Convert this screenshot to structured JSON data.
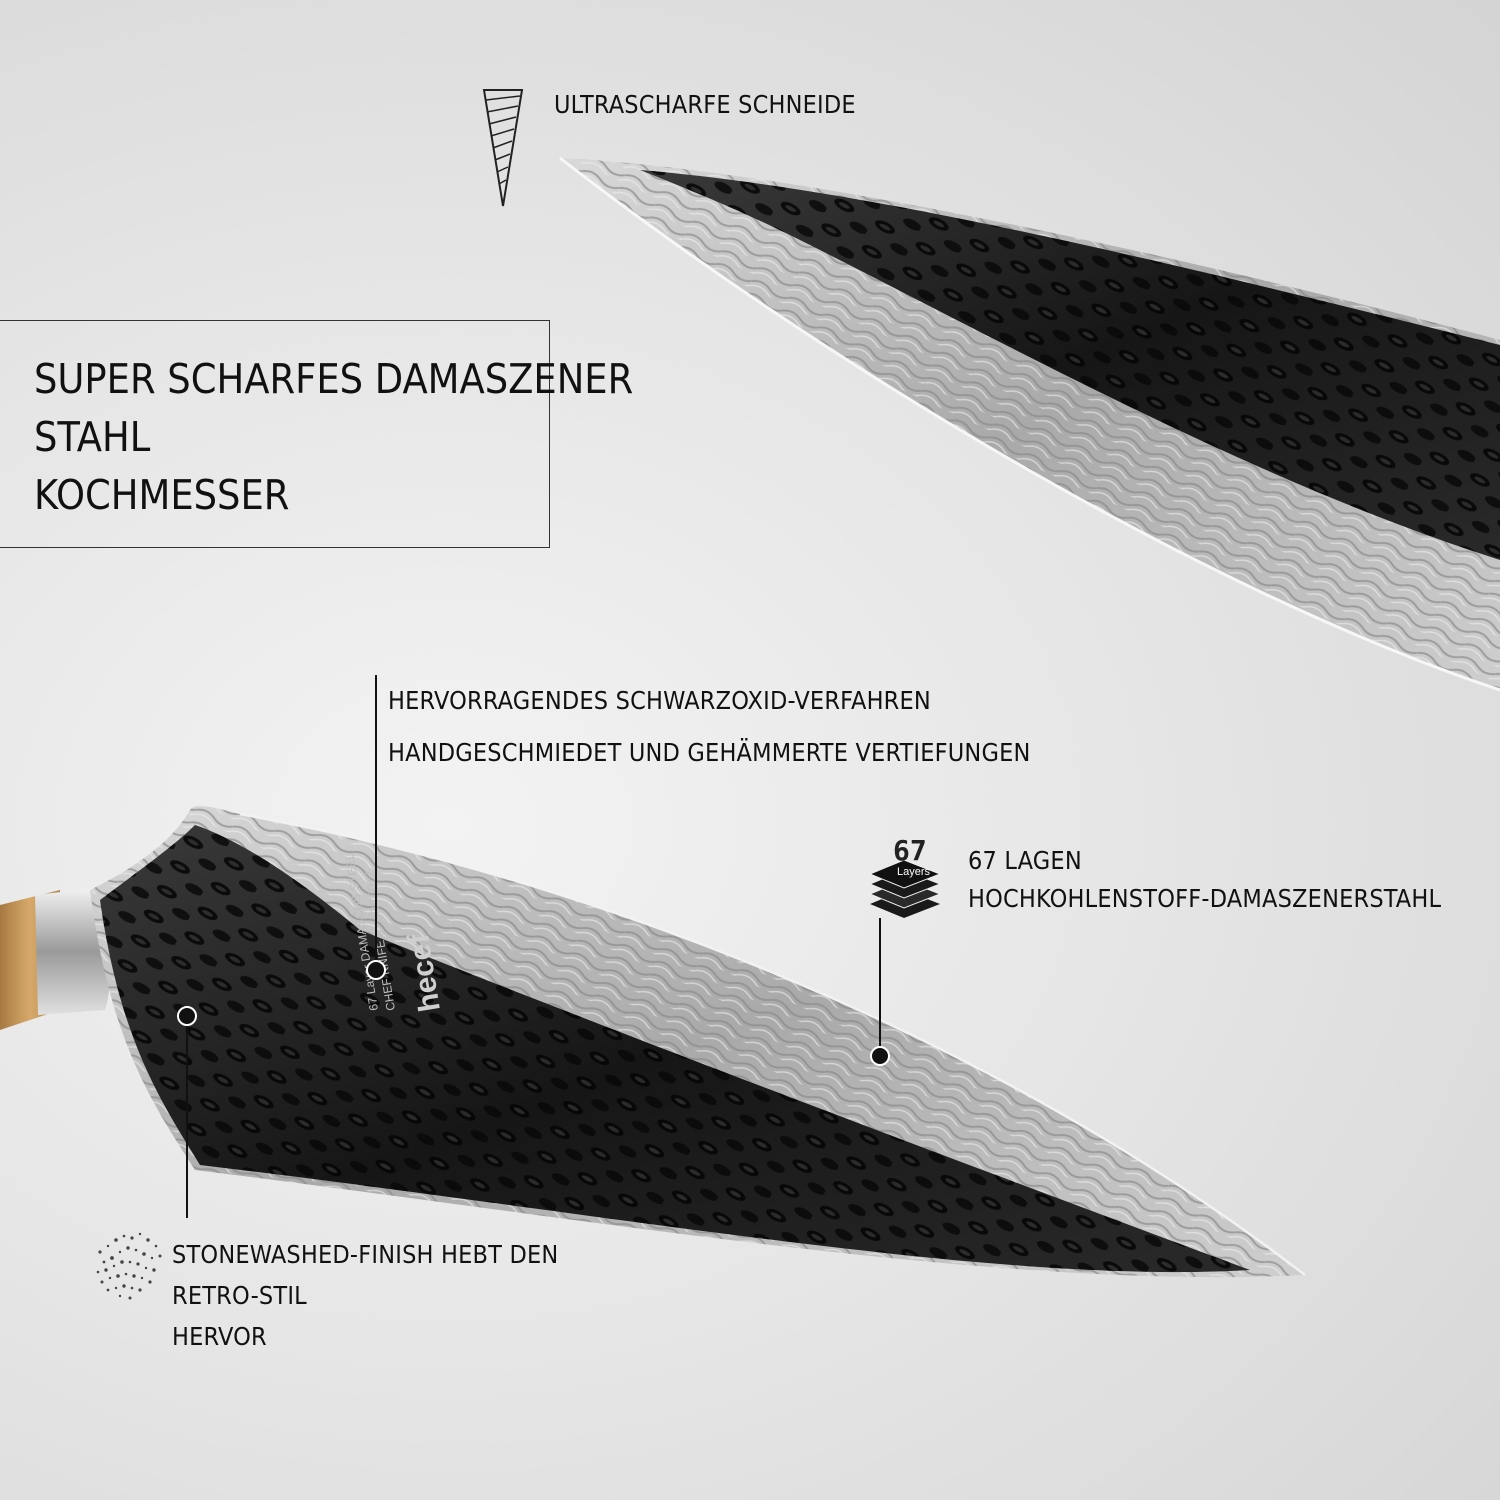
{
  "title": {
    "lines": [
      "SUPER SCHARFES DAMASZENER",
      "STAHL",
      "KOCHMESSER"
    ]
  },
  "callouts": {
    "edge": {
      "text": "ULTRASCHARFE SCHNEIDE",
      "icon": "blade-edge-icon"
    },
    "oxide": {
      "lines": [
        "HERVORRAGENDES SCHWARZOXID-VERFAHREN",
        "HANDGESCHMIEDET UND GEHÄMMERTE VERTIEFUNGEN"
      ]
    },
    "layers": {
      "badge_number": "67",
      "badge_sub": "Layers",
      "lines": [
        "67 LAGEN",
        "HOCHKOHLENSTOFF-DAMASZENERSTAHL"
      ],
      "icon": "layers-icon"
    },
    "stonewash": {
      "lines": [
        "STONEWASHED-FINISH HEBT DEN",
        "RETRO-STIL",
        "HERVOR"
      ],
      "icon": "speckle-texture-icon"
    }
  },
  "knife_engraving": {
    "brand": "hecef",
    "line1": "CHEF KNIFE 8\" HRC60±2",
    "line2": "67 Layer DAMASCUS STEEL"
  },
  "colors": {
    "blade_dark": "#1c1c1c",
    "blade_steel": "#b9b9b9",
    "handle_wood": "#c99b5e",
    "bolster": "#d8d8d8"
  }
}
